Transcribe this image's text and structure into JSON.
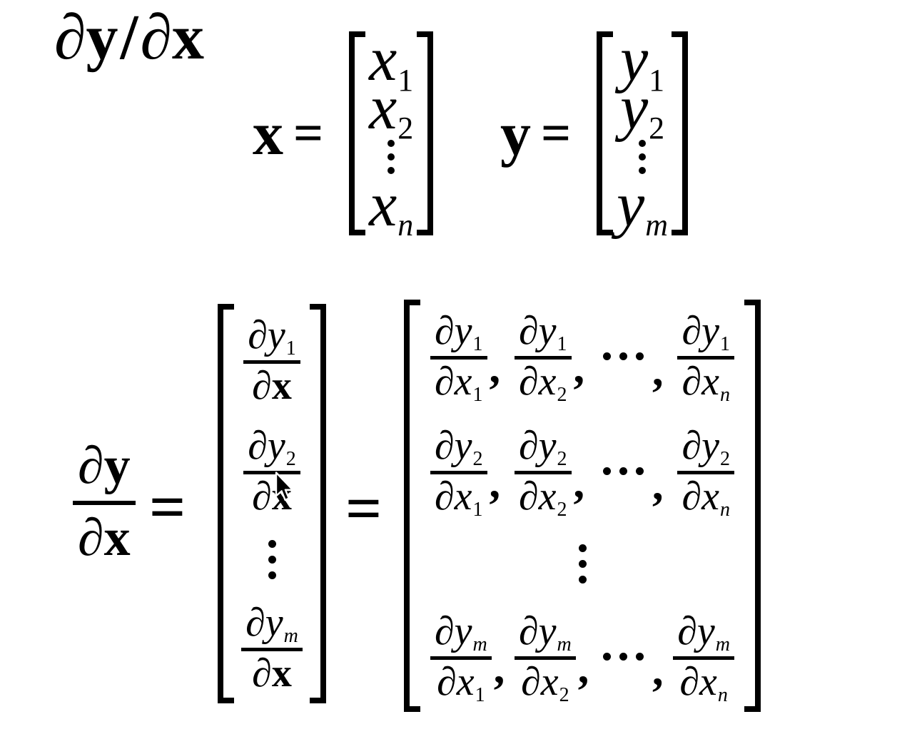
{
  "title": {
    "partial_1": "∂",
    "var_1": "y",
    "slash": "/",
    "partial_2": "∂",
    "var_2": "x"
  },
  "x_def": {
    "lhs": "x",
    "equals": "=",
    "entries": [
      {
        "main": "x",
        "sub": "1"
      },
      {
        "main": "x",
        "sub": "2"
      },
      {
        "dots": "⋮"
      },
      {
        "main": "x",
        "sub": "n"
      }
    ]
  },
  "y_def": {
    "lhs": "y",
    "equals": "=",
    "entries": [
      {
        "main": "y",
        "sub": "1"
      },
      {
        "main": "y",
        "sub": "2"
      },
      {
        "dots": "⋮"
      },
      {
        "main": "y",
        "sub": "m"
      }
    ]
  },
  "jacobian": {
    "lhs": {
      "num_d": "∂",
      "num_v": "y",
      "den_d": "∂",
      "den_v": "x"
    },
    "equals_1": "=",
    "column_vector": {
      "entries": [
        {
          "num_d": "∂",
          "num_v": "y",
          "num_sub": "1",
          "den_d": "∂",
          "den_v": "x"
        },
        {
          "num_d": "∂",
          "num_v": "y",
          "num_sub": "2",
          "den_d": "∂",
          "den_v": "x"
        },
        {
          "dots": "⋮"
        },
        {
          "num_d": "∂",
          "num_v": "y",
          "num_sub": "m",
          "den_d": "∂",
          "den_v": "x"
        }
      ]
    },
    "equals_2": "=",
    "matrix": {
      "rows": [
        {
          "cells": [
            {
              "num_d": "∂",
              "num_v": "y",
              "num_sub": "1",
              "den_d": "∂",
              "den_v": "x",
              "den_sub": "1",
              "comma": ","
            },
            {
              "num_d": "∂",
              "num_v": "y",
              "num_sub": "1",
              "den_d": "∂",
              "den_v": "x",
              "den_sub": "2",
              "comma": ","
            },
            {
              "cdots": "⋯",
              "comma": ","
            },
            {
              "num_d": "∂",
              "num_v": "y",
              "num_sub": "1",
              "den_d": "∂",
              "den_v": "x",
              "den_sub": "n"
            }
          ]
        },
        {
          "cells": [
            {
              "num_d": "∂",
              "num_v": "y",
              "num_sub": "2",
              "den_d": "∂",
              "den_v": "x",
              "den_sub": "1",
              "comma": ","
            },
            {
              "num_d": "∂",
              "num_v": "y",
              "num_sub": "2",
              "den_d": "∂",
              "den_v": "x",
              "den_sub": "2",
              "comma": ","
            },
            {
              "cdots": "⋯",
              "comma": ","
            },
            {
              "num_d": "∂",
              "num_v": "y",
              "num_sub": "2",
              "den_d": "∂",
              "den_v": "x",
              "den_sub": "n"
            }
          ]
        },
        {
          "vdots": "⋮"
        },
        {
          "cells": [
            {
              "num_d": "∂",
              "num_v": "y",
              "num_sub": "m",
              "den_d": "∂",
              "den_v": "x",
              "den_sub": "1",
              "comma": ","
            },
            {
              "num_d": "∂",
              "num_v": "y",
              "num_sub": "m",
              "den_d": "∂",
              "den_v": "x",
              "den_sub": "2",
              "comma": ","
            },
            {
              "cdots": "⋯",
              "comma": ","
            },
            {
              "num_d": "∂",
              "num_v": "y",
              "num_sub": "m",
              "den_d": "∂",
              "den_v": "x",
              "den_sub": "n"
            }
          ]
        }
      ]
    }
  },
  "icons": {
    "vertical_ellipsis": "⋮",
    "horizontal_ellipsis": "⋯",
    "cursor": "arrow-pointer"
  },
  "colors": {
    "background": "#ffffff",
    "ink": "#000000"
  }
}
